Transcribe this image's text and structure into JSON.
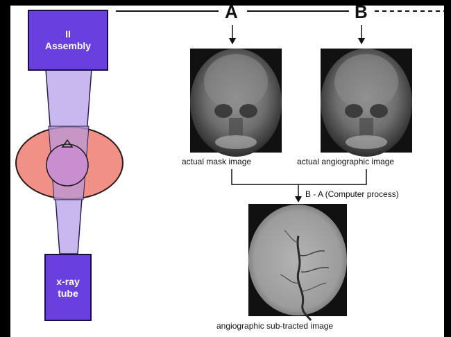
{
  "labels": {
    "ii_assembly": "II\nAssembly",
    "xray_tube": "x-ray\ntube",
    "a": "A",
    "b": "B",
    "mask": "actual mask image",
    "angio": "actual angiographic image",
    "process": "B - A (Computer process)",
    "subtracted": "angiographic sub-tracted image"
  },
  "colors": {
    "box_fill": "#6a3fe0",
    "beam": "#c9b8f0",
    "patient": "#f08a80",
    "background": "#000000",
    "panel": "#ffffff"
  }
}
